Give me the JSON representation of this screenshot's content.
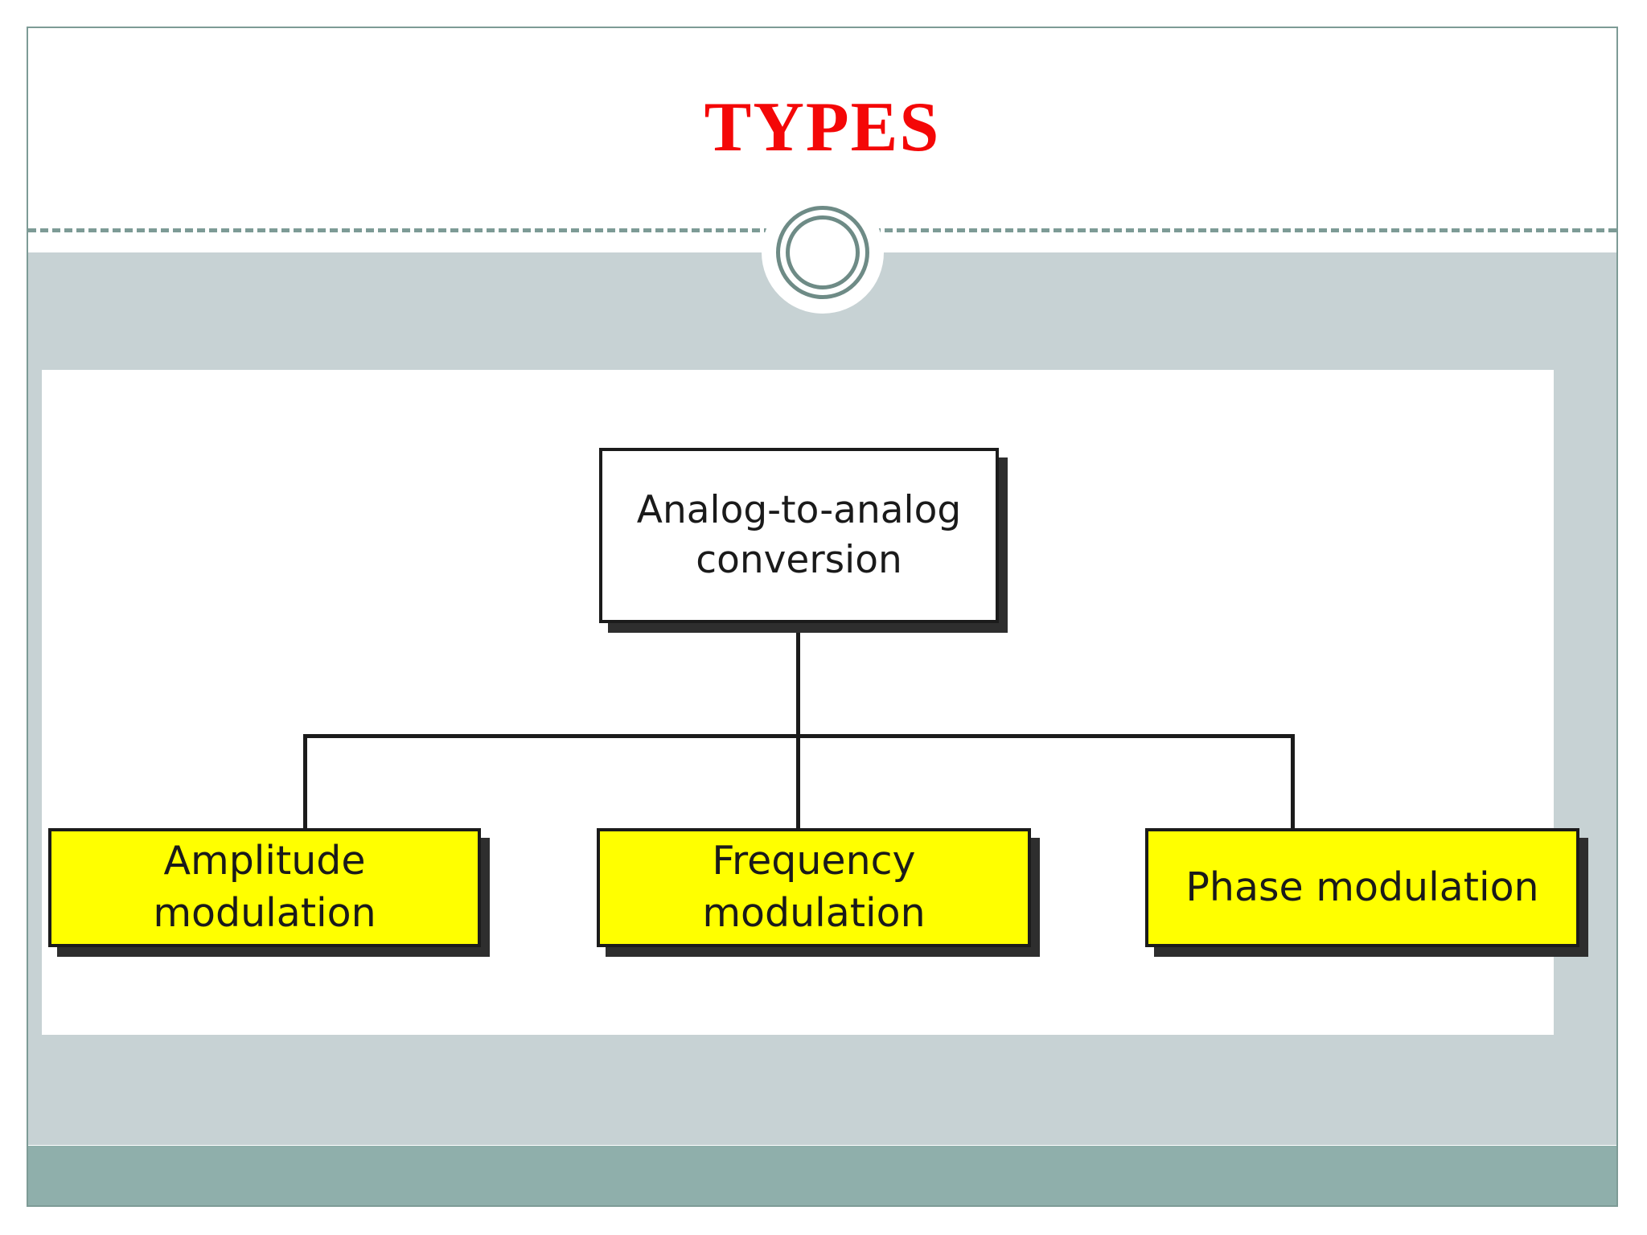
{
  "slide": {
    "title": "TYPES",
    "title_color": "#f40707",
    "accent_color": "#6e8b86",
    "body_background": "#c7d2d4",
    "footer_band_color": "#8fafab"
  },
  "decoration": {
    "ring_icon": "double-circle-icon"
  },
  "diagram": {
    "type": "tree",
    "root": {
      "line1": "Analog-to-analog",
      "line2": "conversion",
      "fill": "#ffffff",
      "border": "#1b1b1b"
    },
    "children": [
      {
        "label": "Amplitude modulation",
        "fill": "#ffff00",
        "border": "#1b1b1b"
      },
      {
        "label": "Frequency modulation",
        "fill": "#ffff00",
        "border": "#1b1b1b"
      },
      {
        "label": "Phase modulation",
        "fill": "#ffff00",
        "border": "#1b1b1b"
      }
    ]
  }
}
